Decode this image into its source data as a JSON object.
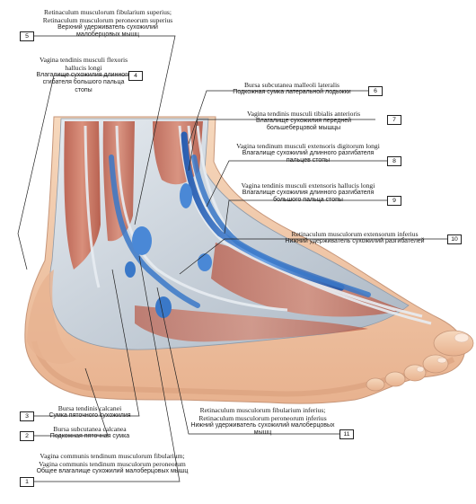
{
  "labels": [
    {
      "num": "5",
      "latin": "Retinaculum musculorum fibularium superius; Retinaculum musculorum peroneorum superius",
      "russian": "Верхний удерживатель сухожилий малоберцовых мышц"
    },
    {
      "num": "4",
      "latin": "Vagina tendinis musculi flexoris hallucis longi",
      "russian": "Влагалище сухожилия длинного сгибателя большого пальца стопы"
    },
    {
      "num": "6",
      "latin": "Bursa subcutanea malleoli lateralis",
      "russian": "Подкожная сумка латеральной лодыжки"
    },
    {
      "num": "7",
      "latin": "Vagina tendinis musculi tibialis anterioris",
      "russian": "Влагалище сухожилия передней большеберцовой мышцы"
    },
    {
      "num": "8",
      "latin": "Vagina tendinum musculi extensoris digitorum longi",
      "russian": "Влагалище сухожилий длинного разгибателя пальцев стопы"
    },
    {
      "num": "9",
      "latin": "Vagina tendinis musculi extensoris hallucis longi",
      "russian": "Влагалище сухожилия длинного разгибателя большого пальца стопы"
    },
    {
      "num": "10",
      "latin": "Retinaculum musculorum extensorum inferius",
      "russian": "Нижний удерживатель сухожилий разгибателей"
    },
    {
      "num": "3",
      "latin": "Bursa tendinis calcanei",
      "russian": "Сумка пяточного сухожилия"
    },
    {
      "num": "2",
      "latin": "Bursa subcutanea calcanea",
      "russian": "Подкожная пяточная сумка"
    },
    {
      "num": "11",
      "latin": "Retinaculum musculorum fibularium inferius; Retinaculum musculorum peroneorum inferius",
      "russian": "Нижний удерживатель сухожилий малоберцовых мышц"
    },
    {
      "num": "1",
      "latin": "Vagina communis tendinum musculorum fibularium; Vagina communis tendinum musculorum peroneorum",
      "russian": "Общее влагалище сухожилий малоберцовых мышц"
    }
  ],
  "colors": {
    "skin": "#f1c9a8",
    "muscle": "#c9705a",
    "tendon": "#d4dbe3",
    "sheath": "#3a78c8",
    "fascia": "#bfc8d2",
    "line": "#222222"
  }
}
